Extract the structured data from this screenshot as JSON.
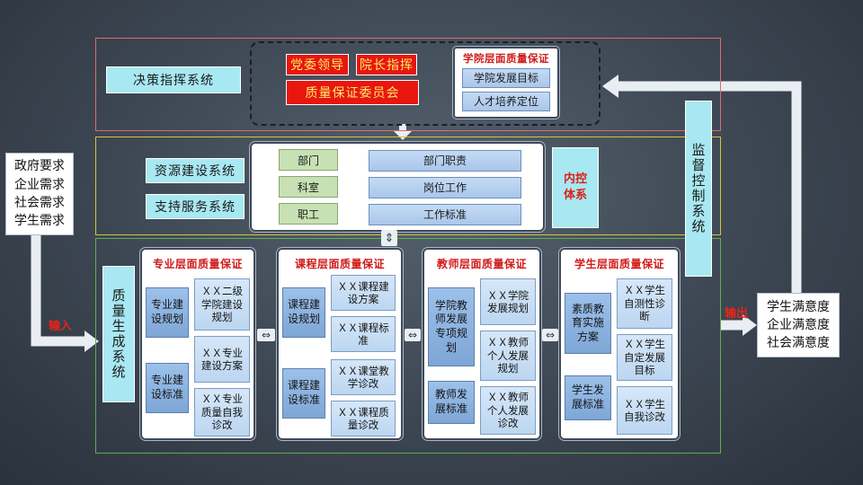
{
  "left_needs": {
    "lines": [
      "政府要求",
      "企业需求",
      "社会需求",
      "学生需求"
    ]
  },
  "right_satisfaction": {
    "lines": [
      "学生满意度",
      "企业满意度",
      "社会满意度"
    ]
  },
  "input_label": "输入",
  "output_label": "输出",
  "decision": {
    "label": "决策指挥系统",
    "party": "党委领导",
    "president": "院长指挥",
    "committee": "质量保证委员会",
    "college_title": "学院层面质量保证",
    "college_items": [
      "学院发展目标",
      "人才培养定位"
    ]
  },
  "resource": {
    "label1": "资源建设系统",
    "label2": "支持服务系统",
    "units": [
      "部门",
      "科室",
      "职工"
    ],
    "duties": [
      "部门职责",
      "岗位工作",
      "工作标准"
    ],
    "internal_control": "内控体系"
  },
  "supervision": {
    "label": "监督控制系统"
  },
  "quality_gen": {
    "label": "质量生成系统"
  },
  "levels": [
    {
      "title": "专业层面质量保证",
      "side": [
        "专业建设规划",
        "专业建设标准"
      ],
      "leaves": [
        "ＸＸ二级学院建设规划",
        "ＸＸ专业建设方案",
        "ＸＸ专业质量自我诊改"
      ]
    },
    {
      "title": "课程层面质量保证",
      "side": [
        "课程建设规划",
        "课程建设标准"
      ],
      "leaves": [
        "ＸＸ课程建设方案",
        "ＸＸ课程标准",
        "ＸＸ课堂教学诊改",
        "ＸＸ课程质量诊改"
      ]
    },
    {
      "title": "教师层面质量保证",
      "side": [
        "学院教师发展专项规划",
        "教师发展标准"
      ],
      "leaves": [
        "ＸＸ学院发展规划",
        "ＸＸ教师个人发展规划",
        "ＸＸ教师个人发展诊改"
      ]
    },
    {
      "title": "学生层面质量保证",
      "side": [
        "素质教育实施方案",
        "学生发展标准"
      ],
      "leaves": [
        "ＸＸ学生自测性诊断",
        "ＸＸ学生自定发展目标",
        "ＸＸ学生自我诊改"
      ]
    }
  ],
  "colors": {
    "red_border": "#e06a6a",
    "yellow_border": "#d7c23a",
    "green_border": "#5fae4f",
    "title_red": "#d01a1a",
    "cyan": "#a8e8f2"
  }
}
